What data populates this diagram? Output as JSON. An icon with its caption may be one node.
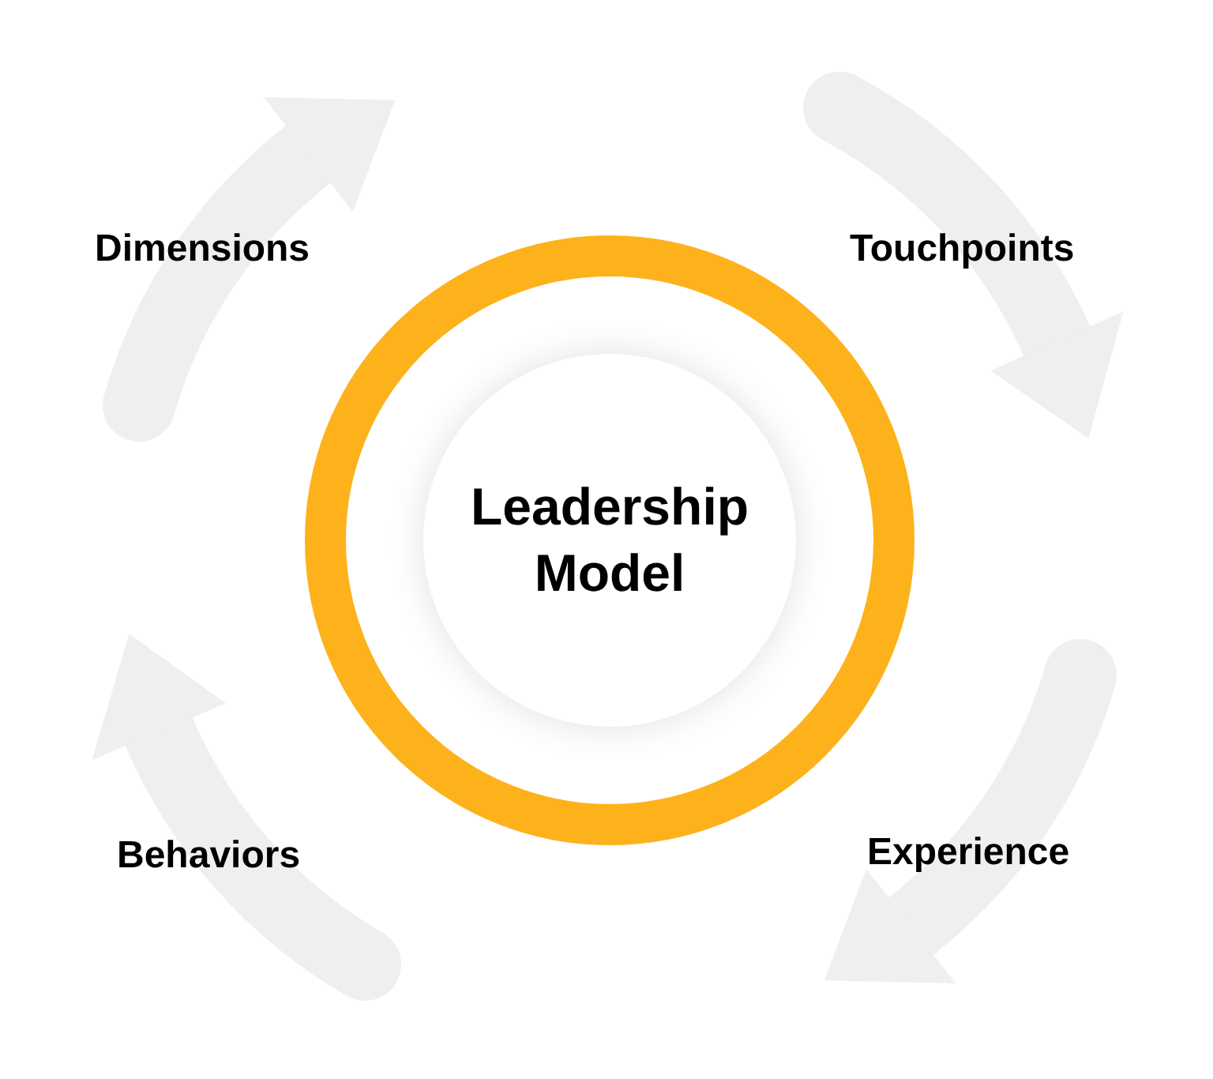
{
  "diagram": {
    "nodes": [
      {
        "text": [
          "Leadership Model"
        ]
      }
    ],
    "labels": [
      "Dimensions",
      "Touchpoints",
      "Behaviors",
      "Experience"
    ]
  }
}
